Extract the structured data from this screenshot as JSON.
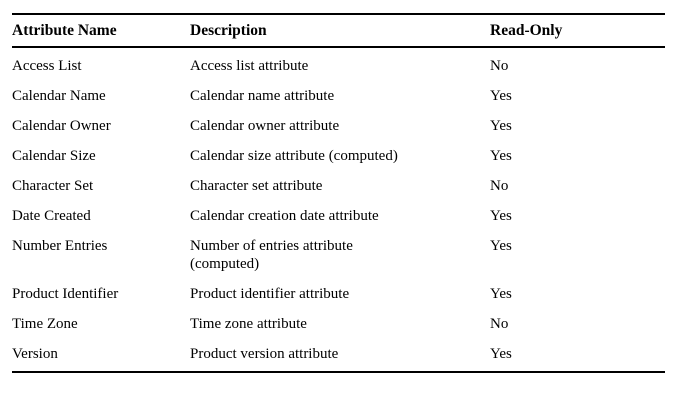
{
  "table": {
    "columns": [
      {
        "key": "name",
        "label": "Attribute Name"
      },
      {
        "key": "description",
        "label": "Description"
      },
      {
        "key": "read_only",
        "label": "Read-Only"
      }
    ],
    "rows": [
      {
        "name": "Access List",
        "description": "Access list attribute",
        "description_lines": [
          "Access list attribute"
        ],
        "read_only": "No"
      },
      {
        "name": "Calendar Name",
        "description": "Calendar name attribute",
        "description_lines": [
          "Calendar name attribute"
        ],
        "read_only": "Yes"
      },
      {
        "name": "Calendar Owner",
        "description": "Calendar owner attribute",
        "description_lines": [
          "Calendar owner attribute"
        ],
        "read_only": "Yes"
      },
      {
        "name": "Calendar Size",
        "description": "Calendar size attribute (computed)",
        "description_lines": [
          "Calendar size attribute (computed)"
        ],
        "read_only": "Yes"
      },
      {
        "name": "Character Set",
        "description": "Character set attribute",
        "description_lines": [
          "Character set attribute"
        ],
        "read_only": "No"
      },
      {
        "name": "Date Created",
        "description": "Calendar creation date attribute",
        "description_lines": [
          "Calendar creation date attribute"
        ],
        "read_only": "Yes"
      },
      {
        "name": "Number Entries",
        "description": "Number of entries attribute (computed)",
        "description_lines": [
          "Number of entries attribute",
          "(computed)"
        ],
        "read_only": "Yes"
      },
      {
        "name": "Product Identifier",
        "description": "Product identifier attribute",
        "description_lines": [
          "Product identifier attribute"
        ],
        "read_only": "Yes"
      },
      {
        "name": "Time Zone",
        "description": "Time zone attribute",
        "description_lines": [
          "Time zone attribute"
        ],
        "read_only": "No"
      },
      {
        "name": "Version",
        "description": "Product version attribute",
        "description_lines": [
          "Product version attribute"
        ],
        "read_only": "Yes"
      }
    ]
  },
  "style": {
    "background_color": "#ffffff",
    "text_color": "#000000",
    "rule_color": "#000000"
  }
}
